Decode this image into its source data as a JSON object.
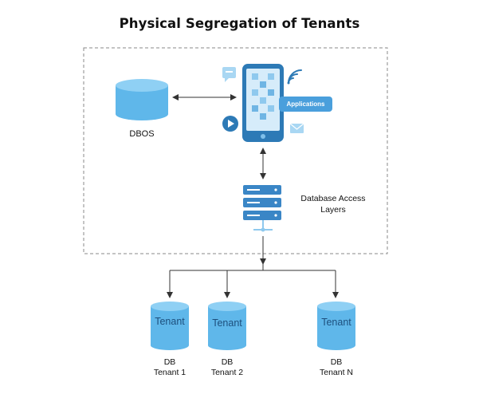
{
  "title": "Physical Segregation of Tenants",
  "dbos_label": "DBOS",
  "applications_label": "Applications",
  "database_access_layers": {
    "line1": "Database Access",
    "line2": "Layers"
  },
  "tenants": [
    {
      "cylinder_label": "Tenant",
      "caption_line1": "DB",
      "caption_line2": "Tenant 1"
    },
    {
      "cylinder_label": "Tenant",
      "caption_line1": "DB",
      "caption_line2": "Tenant 2"
    },
    {
      "cylinder_label": "Tenant",
      "caption_line1": "DB",
      "caption_line2": "Tenant N"
    }
  ],
  "colors": {
    "cylinder_body": "#5fb7ea",
    "cylinder_top": "#8fd0f4",
    "phone_body": "#2d7ab6",
    "phone_screen": "#d6ecfa",
    "screen_tile": "#8fc9ee",
    "applications_bar": "#4a9fdc",
    "server": "#3a86c6",
    "line": "#333333",
    "dashed_border": "#8a8a8a"
  }
}
